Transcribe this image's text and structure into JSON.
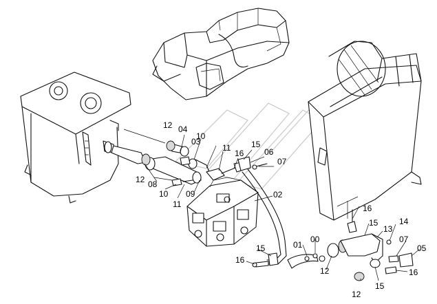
{
  "diagram": {
    "components": {
      "hydraulic_tank": "hydraulic-tank",
      "excavator_body": "excavator-upper-structure",
      "radiator_cooler": "oil-cooler-radiator",
      "control_valve": "control-valve-block"
    },
    "callouts": [
      {
        "id": "c1",
        "text": "12"
      },
      {
        "id": "c2",
        "text": "04"
      },
      {
        "id": "c3",
        "text": "10"
      },
      {
        "id": "c4",
        "text": "03"
      },
      {
        "id": "c5",
        "text": "11"
      },
      {
        "id": "c6",
        "text": "16"
      },
      {
        "id": "c7",
        "text": "15"
      },
      {
        "id": "c8",
        "text": "06"
      },
      {
        "id": "c9",
        "text": "07"
      },
      {
        "id": "c10",
        "text": "12"
      },
      {
        "id": "c11",
        "text": "08"
      },
      {
        "id": "c12",
        "text": "10"
      },
      {
        "id": "c13",
        "text": "11"
      },
      {
        "id": "c14",
        "text": "09"
      },
      {
        "id": "c15",
        "text": "02"
      },
      {
        "id": "c16",
        "text": "16"
      },
      {
        "id": "c17",
        "text": "15"
      },
      {
        "id": "c18",
        "text": "13"
      },
      {
        "id": "c19",
        "text": "14"
      },
      {
        "id": "c20",
        "text": "07"
      },
      {
        "id": "c21",
        "text": "05"
      },
      {
        "id": "c22",
        "text": "01"
      },
      {
        "id": "c23",
        "text": "00"
      },
      {
        "id": "c24",
        "text": "15"
      },
      {
        "id": "c25",
        "text": "16"
      },
      {
        "id": "c26",
        "text": "12"
      },
      {
        "id": "c27",
        "text": "15"
      },
      {
        "id": "c28",
        "text": "16"
      },
      {
        "id": "c29",
        "text": "12"
      }
    ]
  }
}
